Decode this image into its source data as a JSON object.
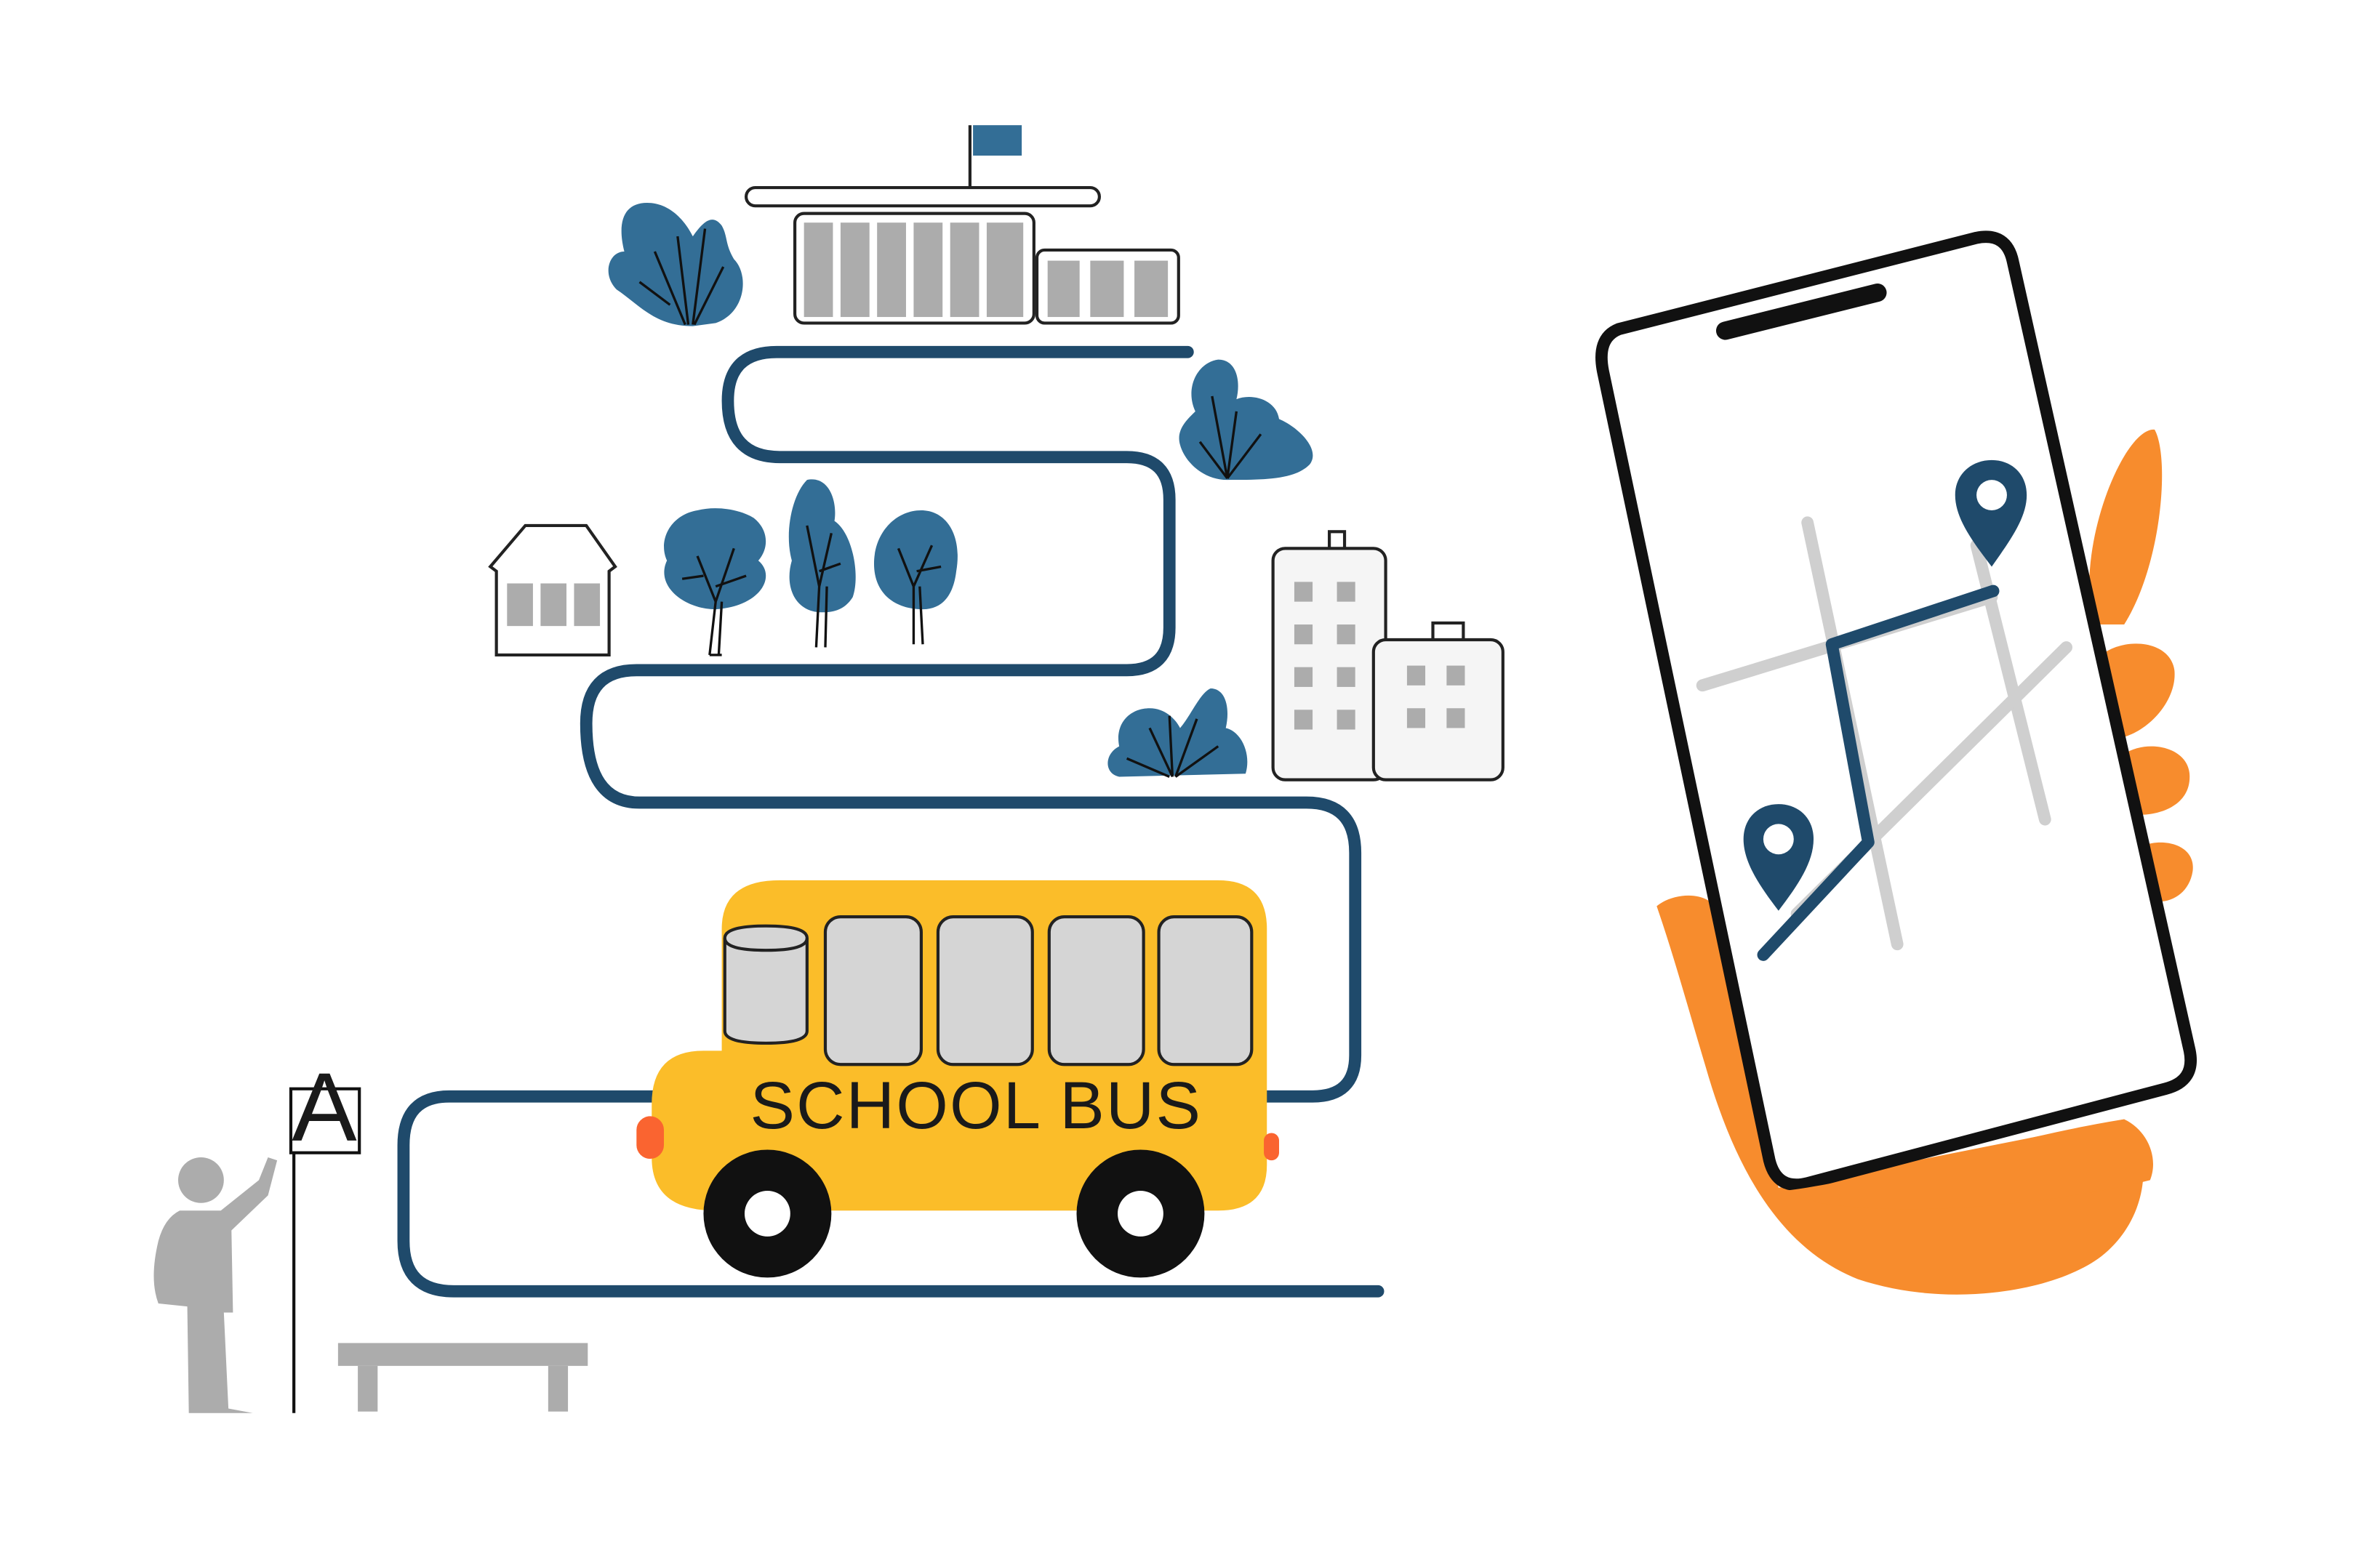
{
  "illustration": {
    "bus": {
      "label": "SCHOOL BUS"
    },
    "bus_stop": {
      "sign_letter": "A"
    }
  },
  "colors": {
    "road": "#1f4a6b",
    "foliage": "#336e96",
    "bus_body": "#fbbd29",
    "bus_window": "#d5d5d5",
    "hand": "#f78c2d",
    "person": "#acacac",
    "map_line": "#cfcfcf",
    "map_route": "#1f4a6b",
    "pin": "#1f4a6b"
  },
  "icons": [
    "school-building",
    "flag",
    "house",
    "trees",
    "office-buildings",
    "school-bus",
    "bus-stop-sign",
    "bench",
    "person",
    "smartphone",
    "hand",
    "map-pin"
  ]
}
